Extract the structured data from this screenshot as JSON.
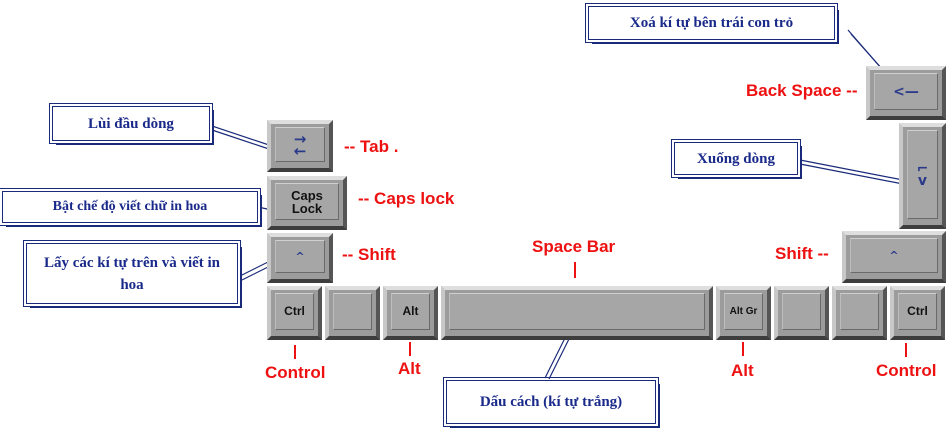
{
  "keys": {
    "tab": "",
    "caps_lock": "Caps\nLock",
    "shift_left": "",
    "ctrl_left": "Ctrl",
    "win_left": "",
    "alt_left": "Alt",
    "space": "",
    "alt_gr": "Alt Gr",
    "win_right": "",
    "menu": "",
    "ctrl_right": "Ctrl",
    "back_space": "",
    "enter": "",
    "shift_right": ""
  },
  "labels": {
    "tab": "-- Tab .",
    "caps_lock": "-- Caps lock",
    "shift_left": "-- Shift",
    "control_left": "Control",
    "alt_left": "Alt",
    "space_bar": "Space Bar",
    "alt_right": "Alt",
    "control_right": "Control",
    "back_space": "Back Space --",
    "shift_right": "Shift  --"
  },
  "callouts": {
    "back_space": "Xoá kí tự bên trái con trỏ",
    "tab": "Lùi đầu dòng",
    "caps_lock": "Bật chế độ viết chữ in hoa",
    "shift": "Lấy các kí tự trên và viết in hoa",
    "enter": "Xuống dòng",
    "space": "Dấu cách (kí tự trắng)"
  },
  "colors": {
    "label_red": "#ee1111",
    "callout_blue": "#1a2a8a",
    "key_gray": "#a6a6a6"
  }
}
